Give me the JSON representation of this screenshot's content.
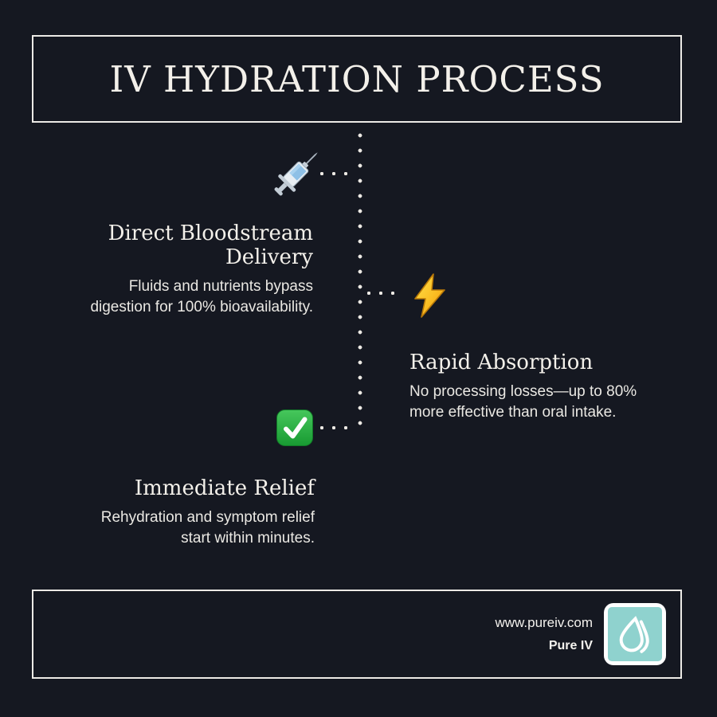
{
  "header": {
    "title": "IV HYDRATION PROCESS"
  },
  "steps": [
    {
      "icon": "syringe-icon",
      "glyph": "💉",
      "heading": "Direct Bloodstream Delivery",
      "body_lines": [
        "Fluids and nutrients bypass",
        "digestion for 100% bioavailability."
      ],
      "side": "left"
    },
    {
      "icon": "lightning-icon",
      "glyph": "⚡",
      "heading": "Rapid Absorption",
      "body_lines": [
        "No processing losses—up to 80%",
        "more effective than oral intake."
      ],
      "side": "right"
    },
    {
      "icon": "check-icon",
      "glyph": "✅",
      "heading": "Immediate Relief",
      "body_lines": [
        "Rehydration and symptom relief",
        "start within minutes."
      ],
      "side": "left"
    }
  ],
  "footer": {
    "website": "www.pureiv.com",
    "brand": "Pure IV",
    "logo_icon": "water-drop-icon"
  },
  "colors": {
    "background": "#151821",
    "frame": "#eceae6",
    "dots": "#ece9e4",
    "logo_teal": "#8fd2ce",
    "check_green": "#1f9e38",
    "bolt_gold": "#f5a00b"
  }
}
